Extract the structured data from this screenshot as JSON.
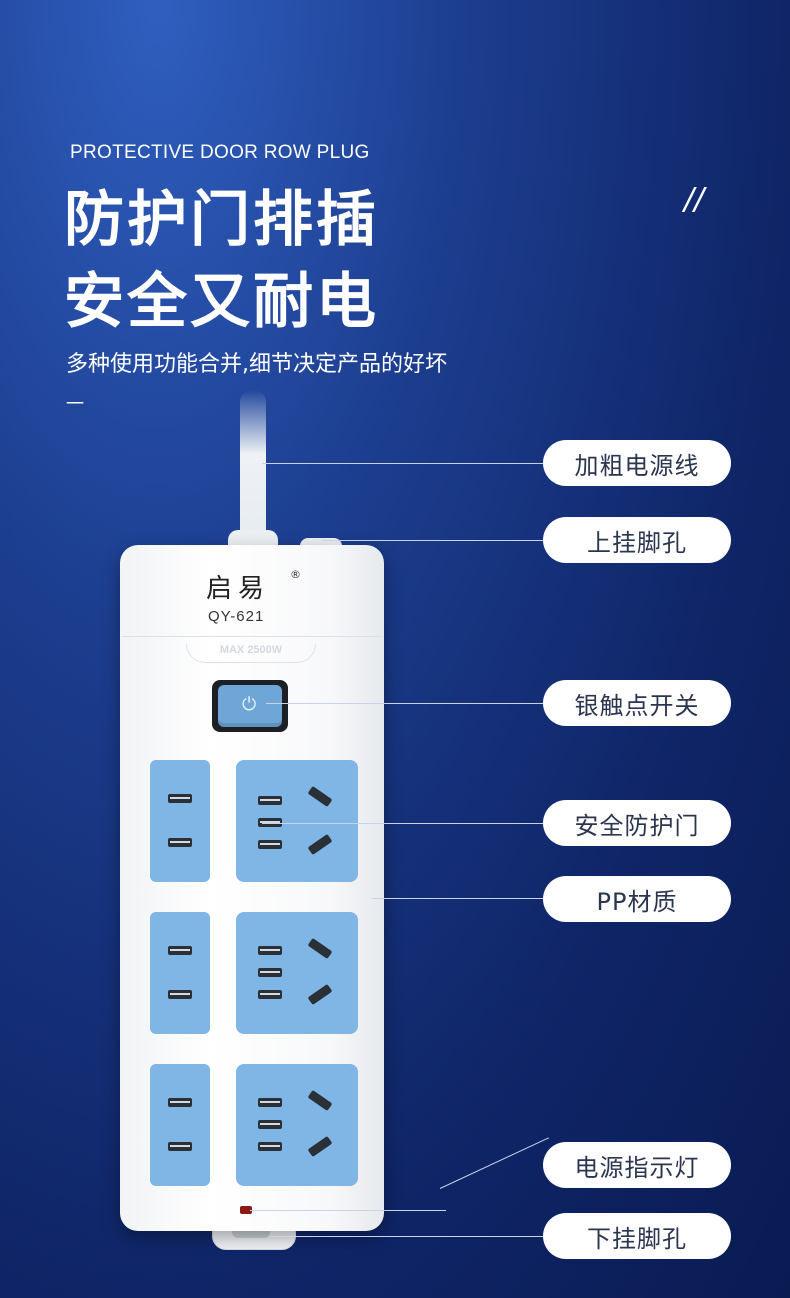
{
  "header": {
    "subtitle_en": "PROTECTIVE DOOR ROW PLUG",
    "headline_line1": "防护门排插",
    "headline_line2": "安全又耐电",
    "tagline": "多种使用功能合并,细节决定产品的好坏",
    "tagline_dash": "一",
    "slash_mark": "//"
  },
  "product": {
    "brand": "启易",
    "registered_mark": "®",
    "model": "QY-621",
    "max_power": "MAX 2500W"
  },
  "callouts": [
    {
      "label": "加粗电源线"
    },
    {
      "label": "上挂脚孔"
    },
    {
      "label": "银触点开关"
    },
    {
      "label": "安全防护门"
    },
    {
      "label": "PP材质"
    },
    {
      "label": "电源指示灯"
    },
    {
      "label": "下挂脚孔"
    }
  ],
  "colors": {
    "background_top": "#2f5fc0",
    "background_bottom": "#0a1b52",
    "socket_blue": "#7fb6e6",
    "strip_white": "#ffffff",
    "led_red": "#8b1a14"
  },
  "icons": {
    "switch": "power-icon"
  }
}
